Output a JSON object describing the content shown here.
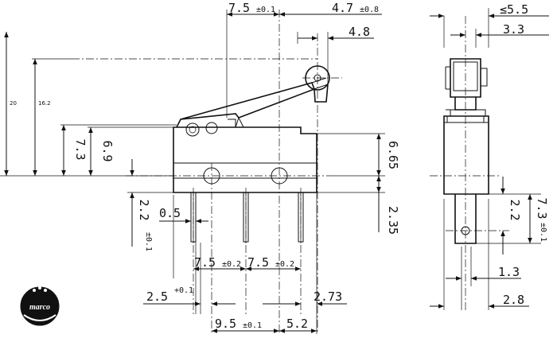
{
  "front_view": {
    "dims": {
      "top_7_5": "7.5",
      "tol_0_1_a": "±0.1",
      "top_4_7": "4.7",
      "tol_0_8": "±0.8",
      "dim_4_8": "4.8",
      "dim_20": "20",
      "dim_16_2": "16.2",
      "dim_7_3": "7.3",
      "dim_6_9": "6.9",
      "dim_6_65": "6.65",
      "dim_2_35": "2.35",
      "dim_2_2": "2.2",
      "tol_0_1_b": "±0.1",
      "dim_0_5": "0.5",
      "dim_7_5_l": "7.5",
      "tol_0_2_l": "±0.2",
      "dim_7_5_r": "7.5",
      "tol_0_2_r": "±0.2",
      "dim_2_5": "2.5",
      "tol_0_1_c": "+0.1",
      "dim_2_73": "2.73",
      "dim_9_5": "9.5",
      "tol_0_1_d": "±0.1",
      "dim_5_2": "5.2"
    }
  },
  "side_view": {
    "dims": {
      "dim_5_5": "≤5.5",
      "dim_3_3": "3.3",
      "dim_2_2": "2.2",
      "dim_7_3": "7.3",
      "tol_0_1": "±0.1",
      "dim_1_3": "1.3",
      "dim_2_8": "2.8"
    }
  },
  "logo": {
    "text": "marco"
  }
}
